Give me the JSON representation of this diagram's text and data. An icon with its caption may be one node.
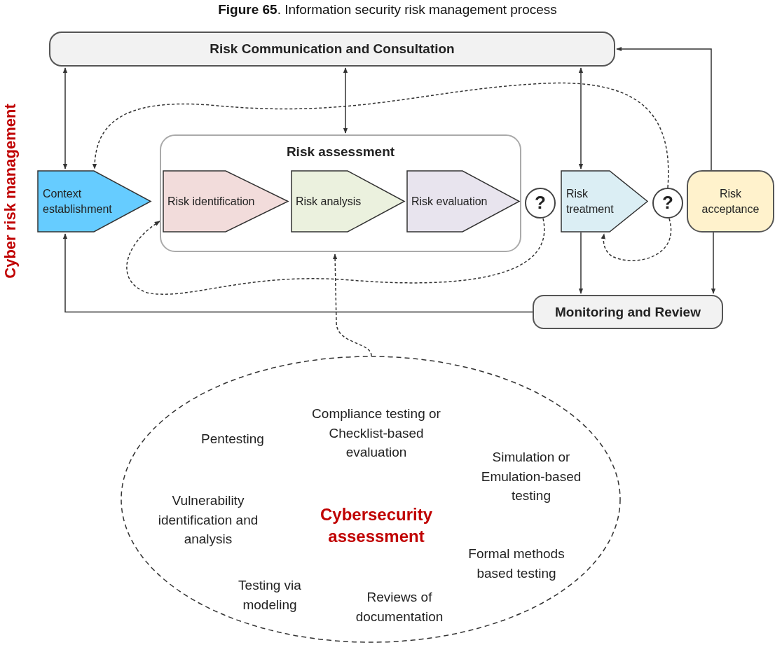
{
  "diagram": {
    "title": "**Figure 65**. Information security risk management process",
    "nodes": [
      {
        "text": [
          "Risk Communication and Consultation"
        ]
      },
      {
        "text": [
          "Context establishment"
        ]
      },
      {
        "text": [
          "Risk assessment"
        ]
      },
      {
        "text": [
          "Risk identification"
        ],
        "in": 2
      },
      {
        "text": [
          "Risk analysis"
        ],
        "in": 2
      },
      {
        "text": [
          "Risk evaluation"
        ],
        "in": 2
      },
      {
        "text": [
          "?"
        ]
      },
      {
        "text": [
          "Risk treatment"
        ]
      },
      {
        "text": [
          "?"
        ]
      },
      {
        "text": [
          "Risk acceptance"
        ]
      },
      {
        "text": [
          "Monitoring and Review"
        ]
      },
      {
        "text": [
          "Compliance testing or Checklist-based evaluation",
          "Pentesting",
          "Simulation or Emulation-based testing",
          "Vulnerability identification and analysis",
          "Cybersecurity assessment",
          "Formal methods based testing",
          "Testing via modeling",
          "Reviews of documentation"
        ]
      }
    ],
    "edges": [
      {
        "from": 0,
        "to": 1,
        "arrow": "both"
      },
      {
        "from": 0,
        "to": 2,
        "arrow": "both"
      },
      {
        "from": 0,
        "to": 7,
        "arrow": "both"
      },
      {
        "from": 9,
        "to": 0,
        "arrow": "to"
      },
      {
        "from": 10,
        "to": 1,
        "arrow": "to"
      },
      {
        "from": 7,
        "to": 10,
        "arrow": "to"
      },
      {
        "from": 9,
        "to": 10,
        "arrow": "to"
      },
      {
        "from": 8,
        "to": 1,
        "arrow": "to",
        "style": "dashed"
      },
      {
        "from": 6,
        "to": 3,
        "arrow": "to",
        "style": "dashed"
      },
      {
        "from": 8,
        "to": 7,
        "arrow": "to",
        "style": "dashed"
      },
      {
        "from": 11,
        "to": 2,
        "arrow": "to",
        "style": "dashed"
      }
    ],
    "labels": [
      "Cyber risk management"
    ]
  }
}
